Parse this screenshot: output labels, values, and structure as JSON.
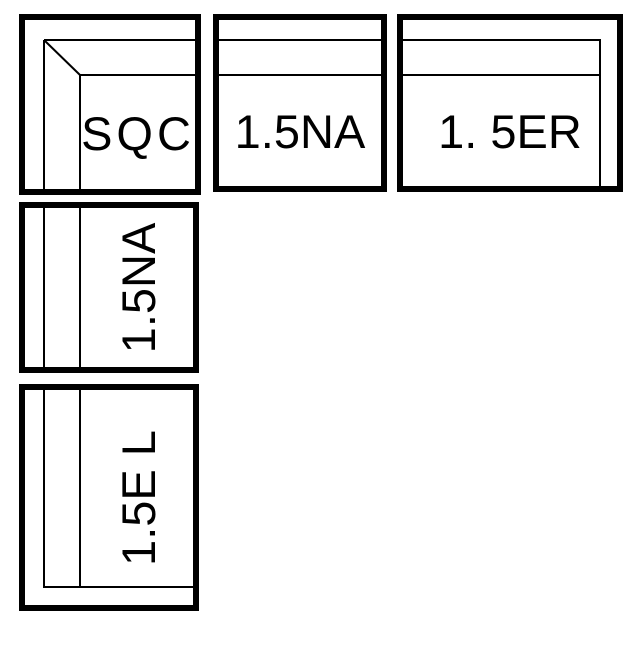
{
  "modules": [
    {
      "id": "corner",
      "label": "SQC"
    },
    {
      "id": "armless-top",
      "label": "1.5NA"
    },
    {
      "id": "right-arm",
      "label": "1. 5ER"
    },
    {
      "id": "armless-side",
      "label": "1.5NA"
    },
    {
      "id": "left-arm",
      "label": "1.5E L"
    }
  ],
  "colors": {
    "stroke": "#000000",
    "background": "#ffffff"
  }
}
